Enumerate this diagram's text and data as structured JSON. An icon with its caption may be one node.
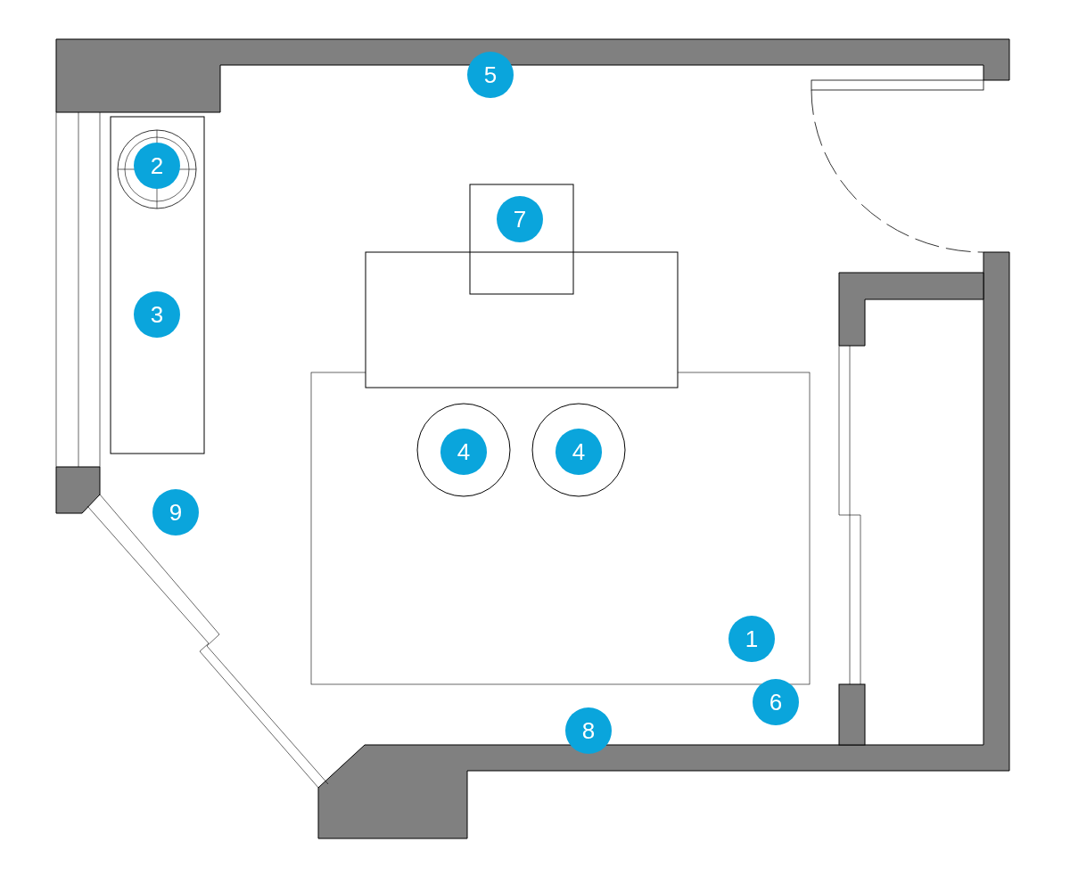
{
  "diagram": {
    "labels": [
      "5",
      "2",
      "7",
      "3",
      "4",
      "4",
      "9",
      "1",
      "6",
      "8"
    ]
  }
}
